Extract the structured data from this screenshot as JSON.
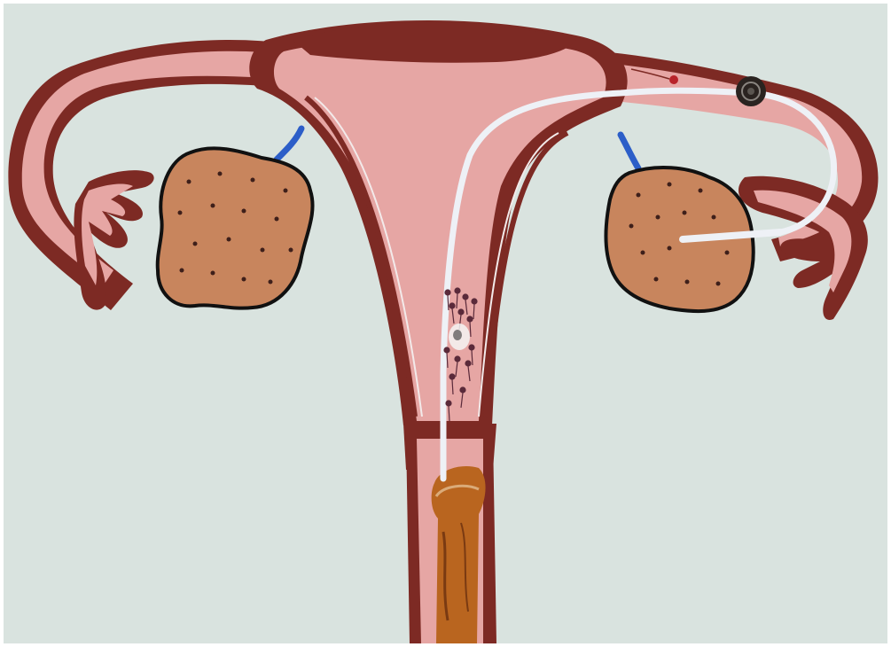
{
  "diagram": {
    "subject": "uterus-ovaries-fallopian-tubes-model",
    "labels": [],
    "colors": {
      "board": "#d9e3df",
      "outline": "#7d2a24",
      "uterus_tissue": "#e6a6a4",
      "ovary": "#c8855d",
      "ovary_dot": "#3e1f1a",
      "ligament": "#2c5ec8",
      "tube_line": "#eef1f6",
      "penis_model": "#b9651f"
    },
    "parts": [
      {
        "name": "uterus-body"
      },
      {
        "name": "uterine-fundus"
      },
      {
        "name": "left-fallopian-tube"
      },
      {
        "name": "right-fallopian-tube"
      },
      {
        "name": "left-fimbriae"
      },
      {
        "name": "right-fimbriae"
      },
      {
        "name": "left-ovary"
      },
      {
        "name": "right-ovary"
      },
      {
        "name": "left-ovarian-ligament"
      },
      {
        "name": "right-ovarian-ligament"
      },
      {
        "name": "cervix"
      },
      {
        "name": "vagina"
      },
      {
        "name": "sperm-path-tube"
      },
      {
        "name": "sperm-cells"
      },
      {
        "name": "egg-cell"
      },
      {
        "name": "fertilized-ovum"
      },
      {
        "name": "penis-model"
      }
    ]
  }
}
